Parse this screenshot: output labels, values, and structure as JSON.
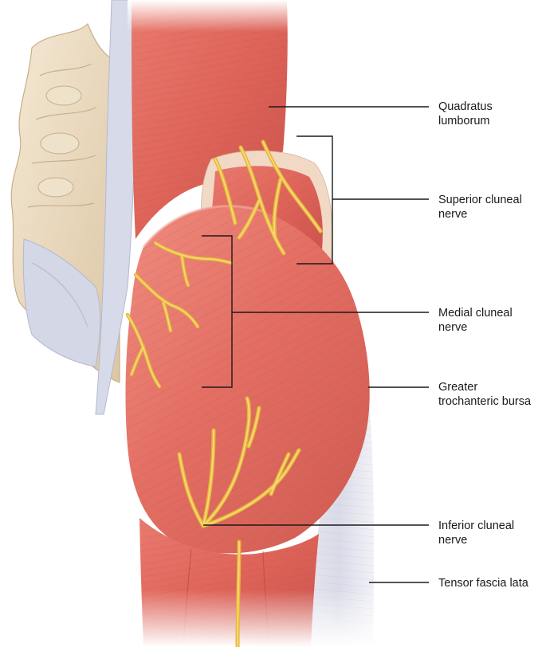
{
  "labels": {
    "quadratus": [
      "Quadratus",
      "lumborum"
    ],
    "superior_cluneal": [
      "Superior cluneal",
      "nerve"
    ],
    "medial_cluneal": [
      "Medial cluneal",
      "nerve"
    ],
    "greater_trochanteric": [
      "Greater",
      "trochanteric bursa"
    ],
    "inferior_cluneal": [
      "Inferior cluneal",
      "nerve"
    ],
    "tensor_fascia": [
      "Tensor fascia lata"
    ]
  },
  "colors": {
    "muscle": "#e0685e",
    "muscle_dark": "#c94f48",
    "fascia": "#dcdde8",
    "bone": "#ecdcc2",
    "nerve": "#efc246"
  }
}
